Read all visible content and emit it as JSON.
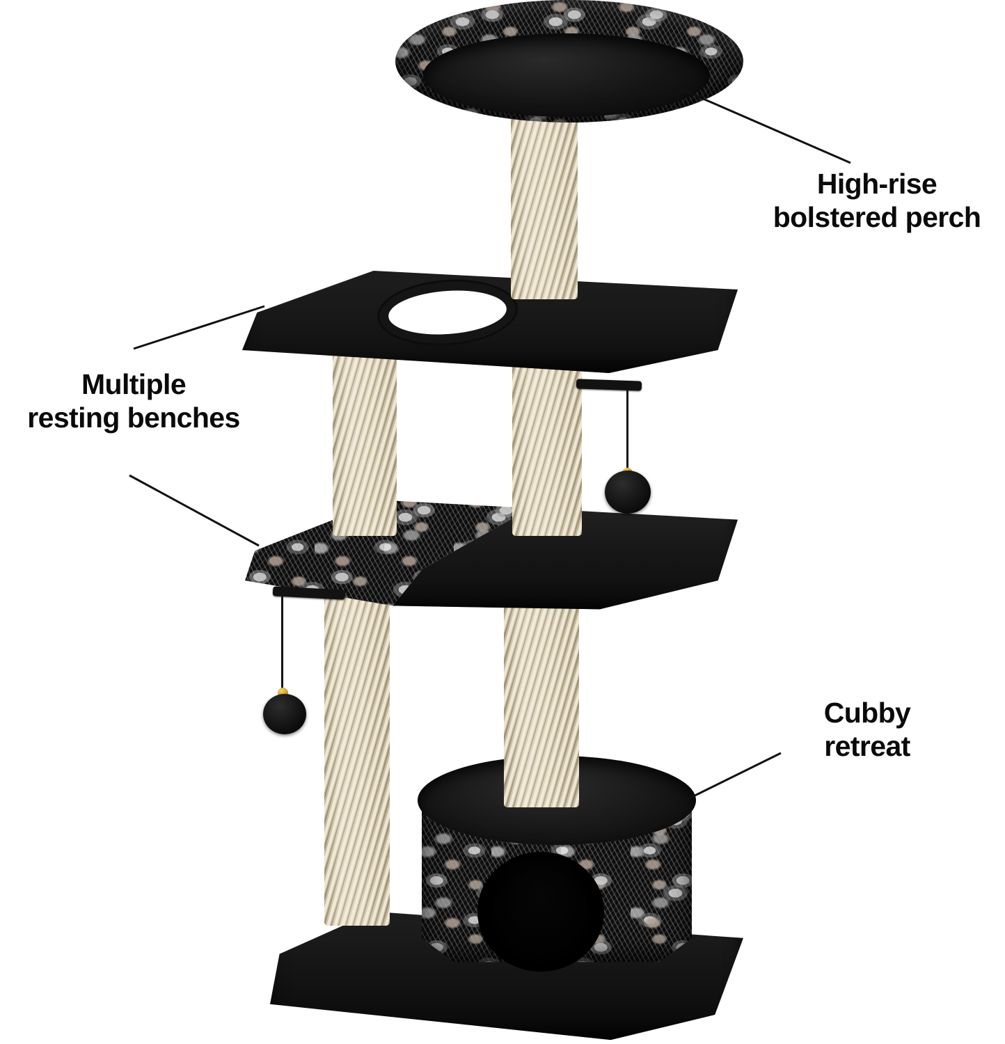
{
  "image": {
    "subject": "multi-level cat tree tower",
    "background_color": "#ffffff",
    "annotation_text_color": "#0a0a0a",
    "leader_line_color": "#111111"
  },
  "annotations": [
    {
      "id": "high-rise-perch",
      "line1": "High-rise",
      "line2": "bolstered perch",
      "text": "High-rise bolstered perch",
      "position": "right",
      "points_to": "top oval bolster bed"
    },
    {
      "id": "resting-benches",
      "line1": "Multiple",
      "line2": "resting benches",
      "text": "Multiple resting benches",
      "position": "left",
      "points_to": "two rectangular platform shelves"
    },
    {
      "id": "cubby-retreat",
      "line1": "Cubby",
      "line2": "retreat",
      "text": "Cubby retreat",
      "position": "right",
      "points_to": "round enclosed condo with entry hole"
    }
  ],
  "product": {
    "materials": {
      "plush_black": "#161616",
      "jacquard_base": "#0d0d0d",
      "jacquard_silver": "#c8c8c8",
      "jacquard_gray": "#9a9a9a",
      "jacquard_taupe": "#b5a396",
      "sisal_rope": "#ddd3b9",
      "sisal_shadow": "#78684a",
      "toy_bead_gold": "#d9ab2e"
    },
    "components": [
      {
        "name": "top-bolster-perch",
        "shape": "oval",
        "rim": "floral jacquard",
        "cushion": "black plush"
      },
      {
        "name": "upper-bench",
        "shape": "rectangle",
        "surface": "black plush",
        "feature": "cut-out hole"
      },
      {
        "name": "lower-bench",
        "shape": "rectangle",
        "surface": "half floral jacquard / half black plush"
      },
      {
        "name": "cubby-condo",
        "shape": "cylinder",
        "top": "black plush",
        "sides": "floral jacquard",
        "feature": "round entrance"
      },
      {
        "name": "base-platform",
        "shape": "rectangle",
        "surface": "black plush"
      },
      {
        "name": "sisal-post-top",
        "material": "natural sisal rope"
      },
      {
        "name": "sisal-post-left-upper",
        "material": "natural sisal rope"
      },
      {
        "name": "sisal-post-center-upper",
        "material": "natural sisal rope"
      },
      {
        "name": "sisal-post-left-lower",
        "material": "natural sisal rope"
      },
      {
        "name": "sisal-post-center-lower",
        "material": "natural sisal rope"
      },
      {
        "name": "dangling-pompom-toy-upper",
        "parts": "black arm, cord, gold bead, black pom-pom"
      },
      {
        "name": "dangling-pompom-toy-lower",
        "parts": "black arm, cord, gold bead, black pom-pom"
      }
    ]
  }
}
